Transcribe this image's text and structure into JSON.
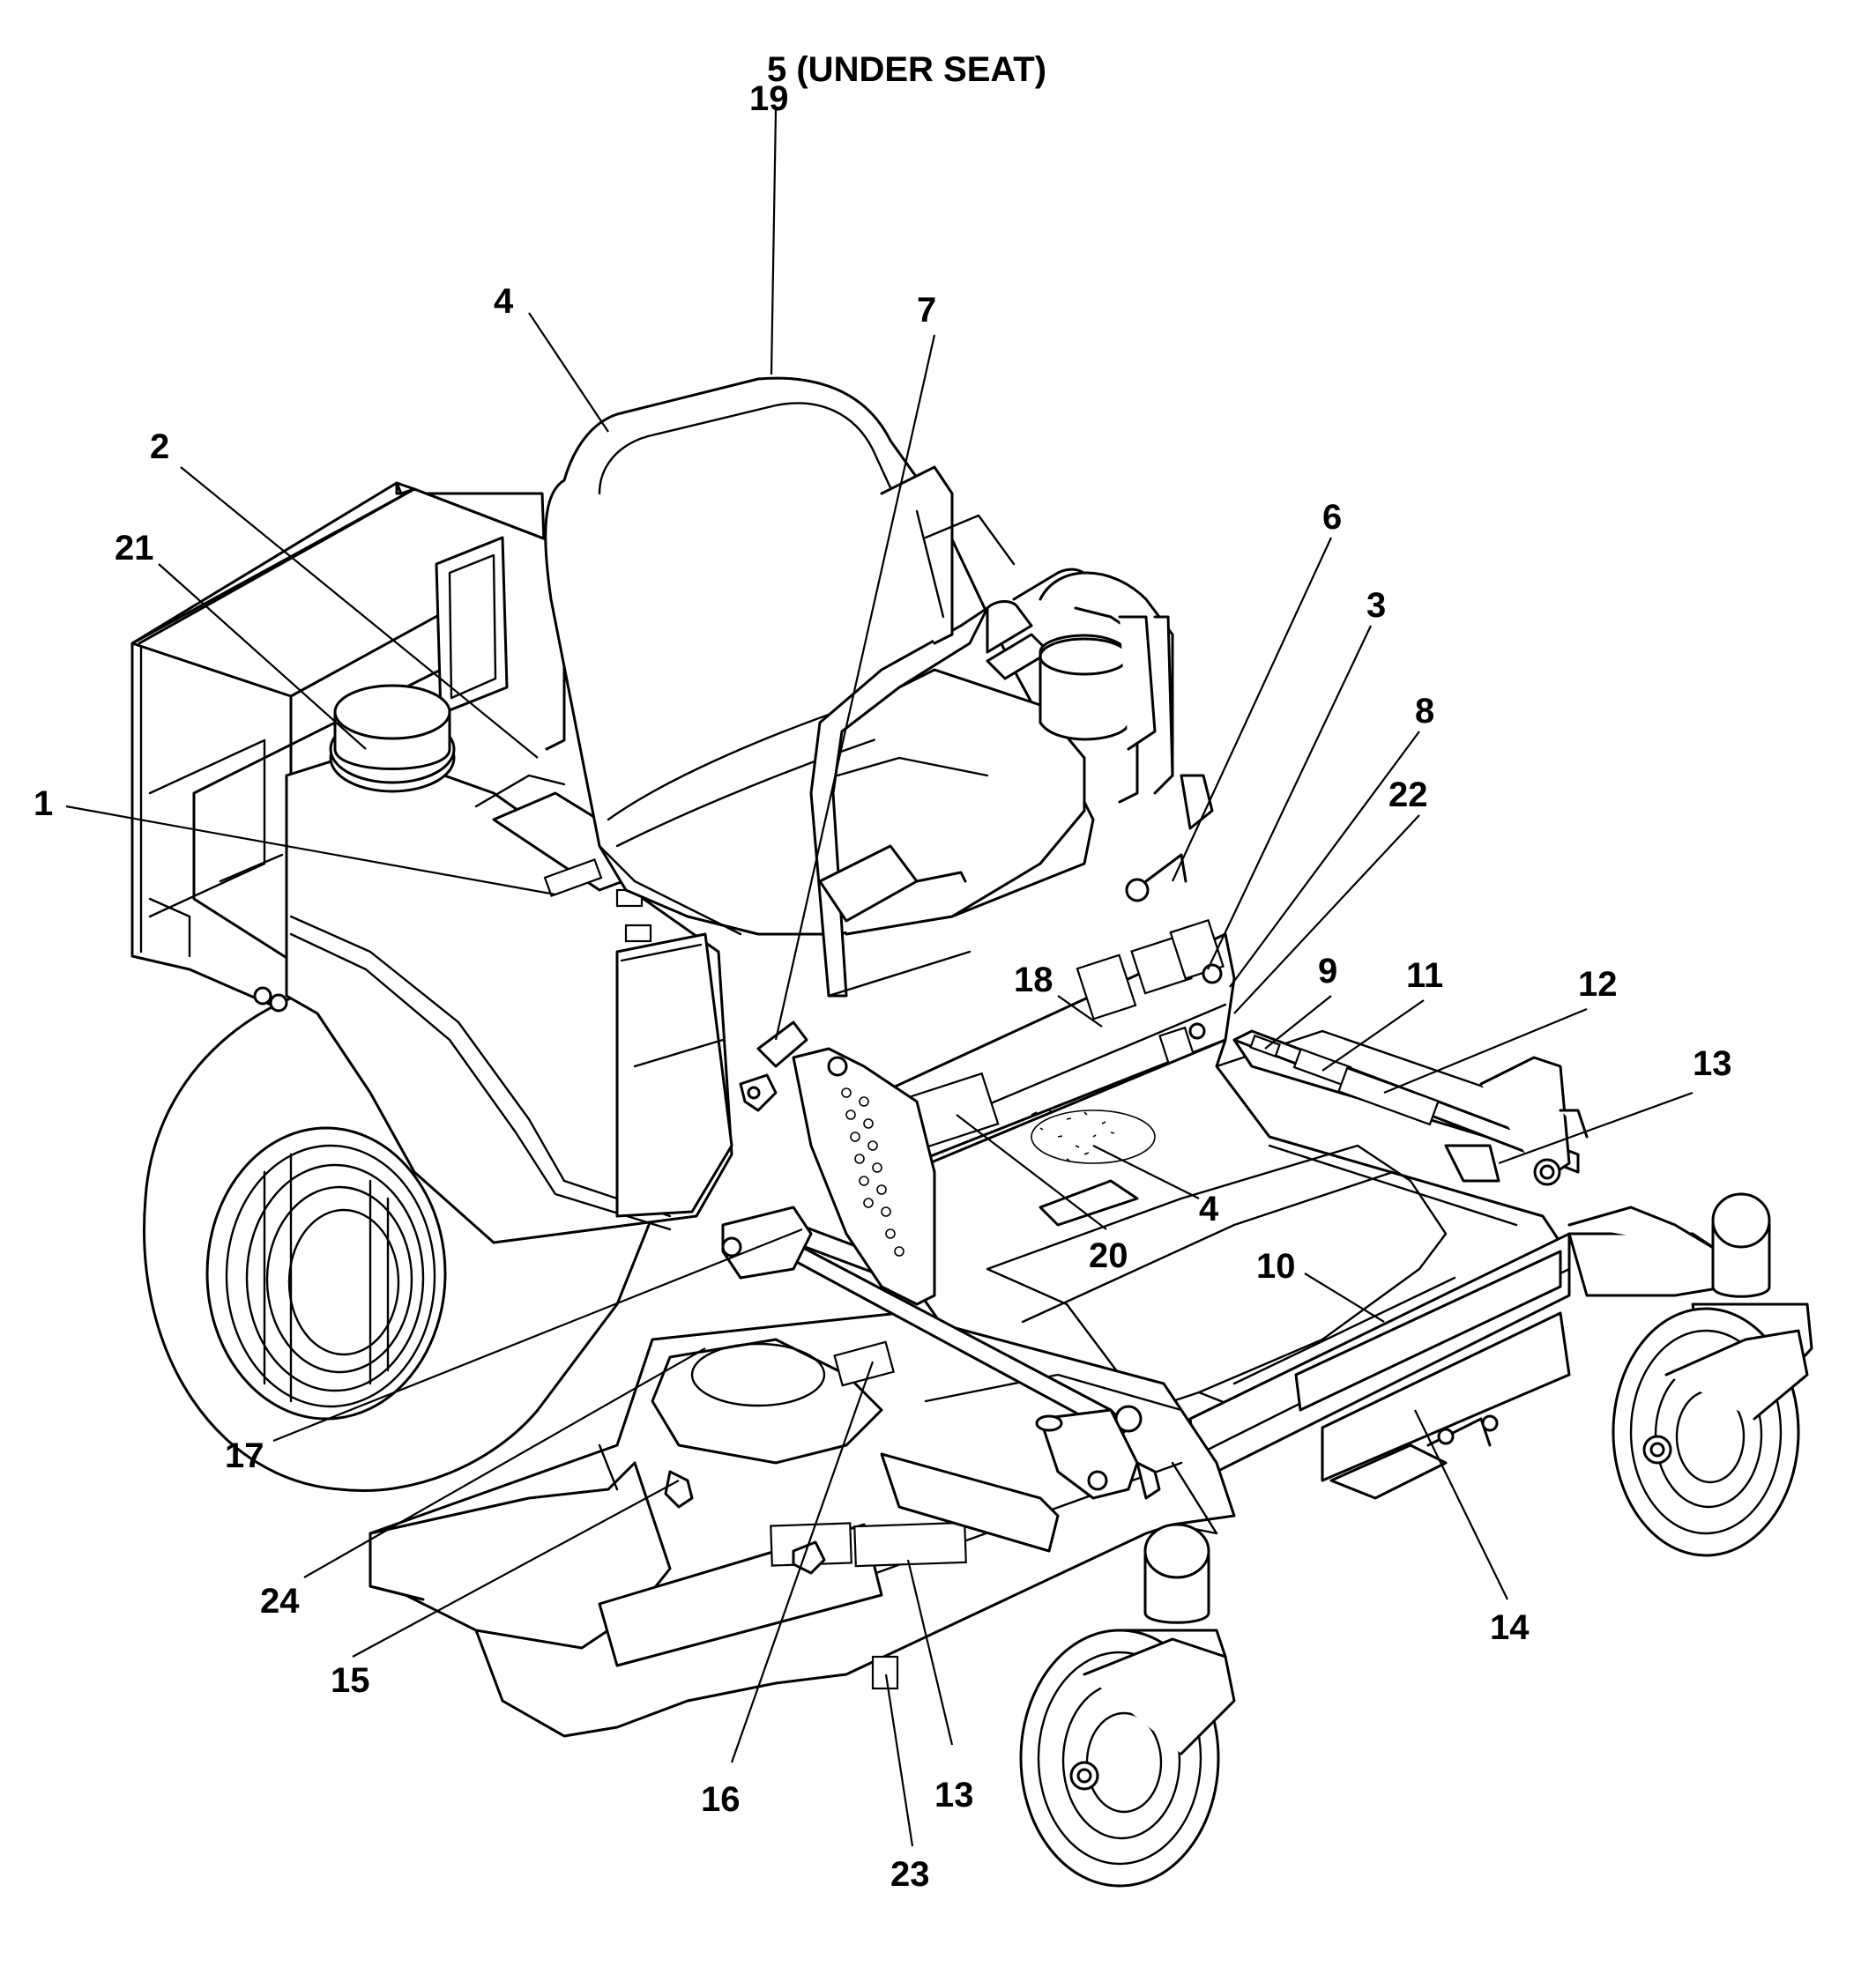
{
  "callouts": {
    "c5_under_seat": "5 (UNDER SEAT)",
    "c19": "19",
    "c4_seat": "4",
    "c7": "7",
    "c2": "2",
    "c21": "21",
    "c1": "1",
    "c6": "6",
    "c3": "3",
    "c8": "8",
    "c22": "22",
    "c18": "18",
    "c9": "9",
    "c11": "11",
    "c12": "12",
    "c13_right": "13",
    "c4_floor": "4",
    "c20": "20",
    "c10": "10",
    "c17": "17",
    "c24": "24",
    "c15": "15",
    "c14": "14",
    "c16": "16",
    "c13_bottom": "13",
    "c23": "23"
  }
}
